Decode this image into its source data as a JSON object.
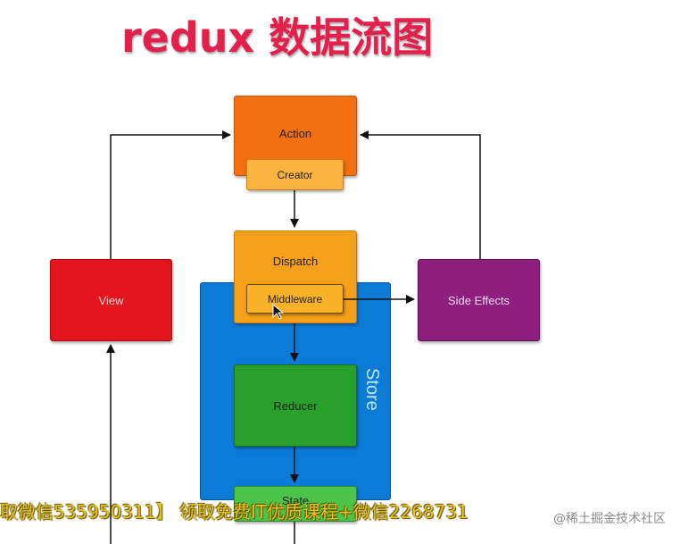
{
  "title": "redux 数据流图",
  "nodes": {
    "action": "Action",
    "creator": "Creator",
    "dispatch": "Dispatch",
    "middleware": "Middleware",
    "view": "View",
    "side_effects": "Side Effects",
    "store": "Store",
    "reducer": "Reducer",
    "state": "State"
  },
  "overlay": {
    "watermark": "取微信535950311】 领取免费IT优质课程+微信2268731",
    "credit": "@稀土掘金技术社区"
  },
  "colors": {
    "title": "#e3204b",
    "action": "#f26f12",
    "dispatch": "#f5a01a",
    "view": "#e4151f",
    "side_effects": "#8e1f7e",
    "store": "#0c7bd6",
    "reducer": "#2aa02c",
    "state": "#4cc44a"
  }
}
